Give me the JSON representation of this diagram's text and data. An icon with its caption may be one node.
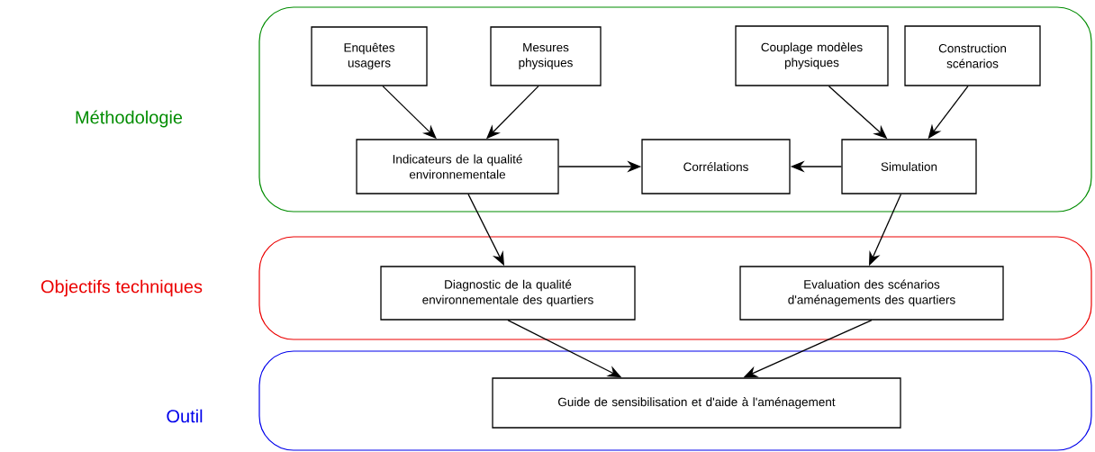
{
  "diagram": {
    "nodes": [
      {
        "text": [
          "Méthodologie"
        ]
      },
      {
        "text": [
          "Enquêtes usagers"
        ],
        "in": 0
      },
      {
        "text": [
          "Mesures physiques"
        ],
        "in": 0
      },
      {
        "text": [
          "Couplage modèles physiques"
        ],
        "in": 0
      },
      {
        "text": [
          "Construction scénarios"
        ],
        "in": 0
      },
      {
        "text": [
          "Indicateurs de la qualité environnementale"
        ],
        "in": 0
      },
      {
        "text": [
          "Corrélations"
        ],
        "in": 0
      },
      {
        "text": [
          "Simulation"
        ],
        "in": 0
      },
      {
        "text": [
          "Objectifs techniques"
        ]
      },
      {
        "text": [
          "Diagnostic de la qualité environnementale des quartiers"
        ],
        "in": 8
      },
      {
        "text": [
          "Evaluation des scénarios d'aménagements des quartiers"
        ],
        "in": 8
      },
      {
        "text": [
          "Outil"
        ]
      },
      {
        "text": [
          "Guide de sensibilisation et d'aide à l'aménagement"
        ],
        "in": 11
      }
    ],
    "edges": [
      {
        "from": 1,
        "to": 5,
        "arrow": "to"
      },
      {
        "from": 2,
        "to": 5,
        "arrow": "to"
      },
      {
        "from": 3,
        "to": 7,
        "arrow": "to"
      },
      {
        "from": 4,
        "to": 7,
        "arrow": "to"
      },
      {
        "from": 5,
        "to": 6,
        "arrow": "to"
      },
      {
        "from": 7,
        "to": 6,
        "arrow": "to"
      },
      {
        "from": 5,
        "to": 9,
        "arrow": "to"
      },
      {
        "from": 7,
        "to": 10,
        "arrow": "to"
      },
      {
        "from": 9,
        "to": 12,
        "arrow": "to"
      },
      {
        "from": 10,
        "to": 12,
        "arrow": "to"
      }
    ]
  }
}
